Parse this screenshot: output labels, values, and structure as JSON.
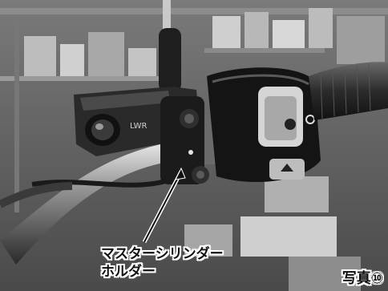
{
  "photo": {
    "description_icon": "motorcycle-handlebar-photo",
    "switch_button_label": "LWR"
  },
  "caption": {
    "line1": "マスターシリンダー",
    "line2": "ホルダー"
  },
  "photo_label": "写真⑩",
  "colors": {
    "caption_text": "#111111",
    "caption_outline": "#ffffff",
    "background": "#5a5a5a"
  }
}
